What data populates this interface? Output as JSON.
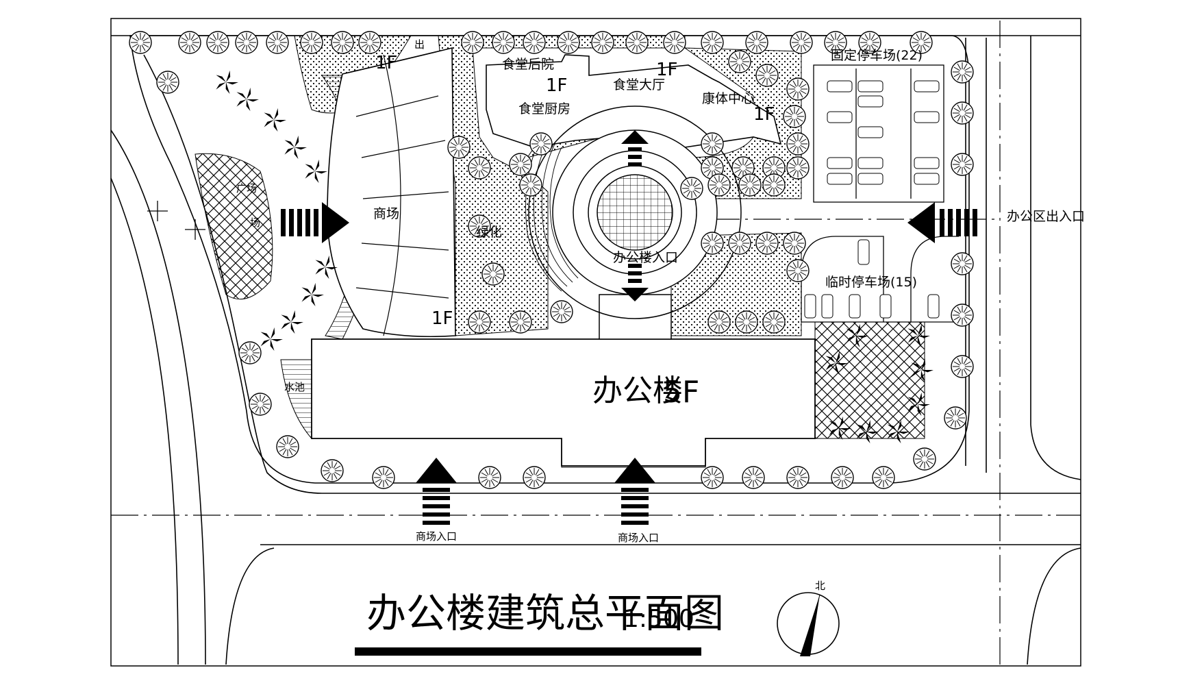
{
  "drawing": {
    "title": "办公楼建筑总平面图",
    "scale": "1:500",
    "north_label": "北"
  },
  "labels": {
    "office_building": "办公楼",
    "office_floors": "5F",
    "canteen_backyard": "食堂后院",
    "canteen_hall": "食堂大厅",
    "canteen_kitchen": "食堂厨房",
    "fitness_center": "康体中心",
    "mall": "商场",
    "greenery": "绿化",
    "plaza_a": "广场",
    "plaza_b": "场",
    "office_entrance": "办公楼入口",
    "fixed_parking": "固定停车场(22)",
    "temp_parking": "临时停车场(15)",
    "office_exit": "办公区出入口",
    "mall_entrance_1": "商场入口",
    "mall_entrance_2": "商场入口",
    "pool": "水池",
    "small_label": "出",
    "floor_1f_a": "1F",
    "floor_1f_b": "1F",
    "floor_1f_c": "1F",
    "floor_1f_d": "1F",
    "floor_1f_e": "1F"
  },
  "colors": {
    "ink": "#000000",
    "paper": "#ffffff"
  }
}
